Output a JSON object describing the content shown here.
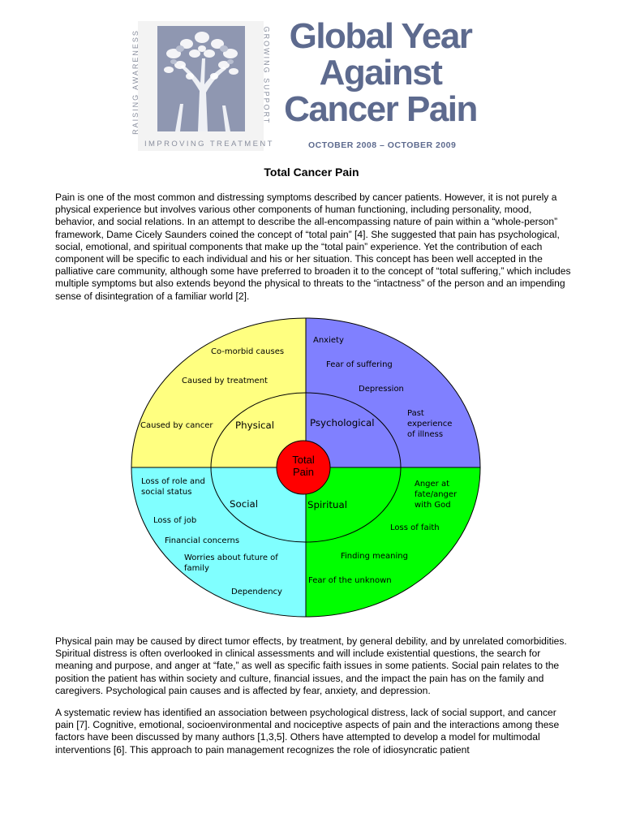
{
  "header": {
    "logo": {
      "left_text": "RAISING AWARENESS",
      "right_text": "GROWING SUPPORT",
      "bottom_text": "IMPROVING TREATMENT"
    },
    "title_lines": [
      "Global Year",
      "Against",
      "Cancer Pain"
    ],
    "dates": "OCTOBER 2008 – OCTOBER 2009",
    "colors": {
      "brand": "#5d6a8e",
      "logo_bg": "#8f97b1"
    }
  },
  "document": {
    "title": "Total Cancer Pain",
    "paragraph_1": "Pain is one of the most common and distressing symptoms described by cancer patients. However, it is not purely a physical experience but involves various other components of human functioning, including personality, mood, behavior, and social relations. In an attempt to describe the all-encompassing nature of pain within a “whole-person” framework, Dame Cicely Saunders coined the concept of “total pain” [4]. She suggested that pain has psychological, social, emotional, and spiritual components that make up the “total pain” experience. Yet the contribution of each component will be specific to each individual and his or her situation. This concept has been well accepted in the palliative care community, although some have preferred to broaden it to the concept of “total suffering,” which includes multiple symptoms but also extends beyond the physical to threats to the “intactness” of the person and an impending sense of disintegration of a familiar world [2].",
    "paragraph_2": "Physical pain may be caused by direct tumor effects, by treatment, by general debility, and by unrelated comorbidities. Spiritual distress is often overlooked in clinical assessments and will include existential questions, the search for meaning and purpose, and anger at “fate,” as well as specific faith issues in some patients. Social pain relates to the position the patient has within society and culture, financial issues, and the impact the pain has on the family and caregivers. Psychological pain causes and is affected by fear, anxiety, and depression.",
    "paragraph_3": "A systematic review has identified an association between psychological distress, lack of social support, and cancer pain [7]. Cognitive, emotional, socioenvironmental and nociceptive aspects of pain and the interactions among these factors have been discussed by many authors [1,3,5]. Others have attempted to develop a model for multimodal interventions [6]. This approach to pain management recognizes the role of idiosyncratic patient"
  },
  "diagram": {
    "center_label": "Total\nPain",
    "colors": {
      "physical": "#ffff80",
      "psychological": "#8080ff",
      "social": "#80ffff",
      "spiritual": "#00ff00",
      "center": "#ff0000"
    },
    "quadrants": {
      "physical": {
        "name": "Physical",
        "items": [
          "Co-morbid causes",
          "Caused by treatment",
          "Caused by cancer"
        ]
      },
      "psychological": {
        "name": "Psychological",
        "items": [
          "Anxiety",
          "Fear of suffering",
          "Depression",
          "Past\nexperience\nof illness"
        ]
      },
      "social": {
        "name": "Social",
        "items": [
          "Loss of role and\nsocial status",
          "Loss of job",
          "Financial concerns",
          "Worries about future of\nfamily",
          "Dependency"
        ]
      },
      "spiritual": {
        "name": "Spiritual",
        "items": [
          "Anger at\nfate/anger\nwith God",
          "Loss of faith",
          "Finding meaning",
          "Fear of the unknown"
        ]
      }
    }
  }
}
